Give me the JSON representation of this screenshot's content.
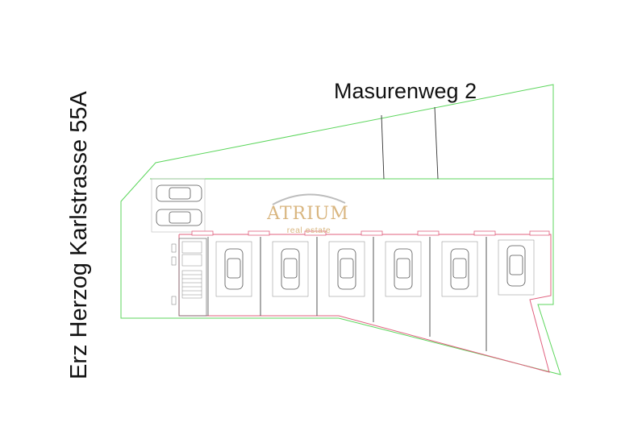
{
  "streets": {
    "top": "Masurenweg 2",
    "left": "Erz Herzog Karlstrasse 55A"
  },
  "logo": {
    "name": "ATRIUM",
    "tagline": "real estate"
  },
  "colors": {
    "property_line": "#5cd65c",
    "garage_wall": "#e0607e",
    "structure": "#555555",
    "logo_main": "#d9b680",
    "logo_arc": "#bdbdbd"
  },
  "icons": [
    "car-icon",
    "stair-icon",
    "door-marker-icon"
  ]
}
